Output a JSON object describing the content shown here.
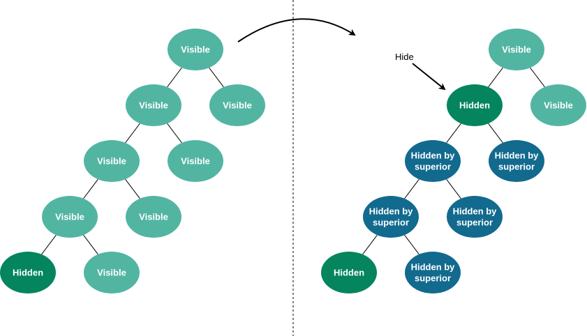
{
  "colors": {
    "visible": "#52b5a2",
    "hidden": "#04855e",
    "hidden_by_superior": "#126a8e",
    "line": "#000000",
    "label": "#ffffff"
  },
  "annotation": {
    "hide_label": "Hide"
  },
  "left_tree": {
    "nodes": [
      {
        "id": "l1",
        "label": [
          "Visible"
        ],
        "state": "visible"
      },
      {
        "id": "l2",
        "label": [
          "Visible"
        ],
        "state": "visible"
      },
      {
        "id": "l3",
        "label": [
          "Visible"
        ],
        "state": "visible"
      },
      {
        "id": "l4",
        "label": [
          "Visible"
        ],
        "state": "visible"
      },
      {
        "id": "l5",
        "label": [
          "Visible"
        ],
        "state": "visible"
      },
      {
        "id": "l6",
        "label": [
          "Visible"
        ],
        "state": "visible"
      },
      {
        "id": "l7",
        "label": [
          "Visible"
        ],
        "state": "visible"
      },
      {
        "id": "l8",
        "label": [
          "Hidden"
        ],
        "state": "hidden"
      },
      {
        "id": "l9",
        "label": [
          "Visible"
        ],
        "state": "visible"
      }
    ],
    "edges": [
      [
        "l1",
        "l2"
      ],
      [
        "l1",
        "l3"
      ],
      [
        "l2",
        "l4"
      ],
      [
        "l2",
        "l5"
      ],
      [
        "l4",
        "l6"
      ],
      [
        "l4",
        "l7"
      ],
      [
        "l6",
        "l8"
      ],
      [
        "l6",
        "l9"
      ]
    ]
  },
  "right_tree": {
    "nodes": [
      {
        "id": "r1",
        "label": [
          "Visible"
        ],
        "state": "visible"
      },
      {
        "id": "r2",
        "label": [
          "Hidden"
        ],
        "state": "hidden"
      },
      {
        "id": "r3",
        "label": [
          "Visible"
        ],
        "state": "visible"
      },
      {
        "id": "r4",
        "label": [
          "Hidden by",
          "superior"
        ],
        "state": "hidden_by_superior"
      },
      {
        "id": "r5",
        "label": [
          "Hidden by",
          "superior"
        ],
        "state": "hidden_by_superior"
      },
      {
        "id": "r6",
        "label": [
          "Hidden by",
          "superior"
        ],
        "state": "hidden_by_superior"
      },
      {
        "id": "r7",
        "label": [
          "Hidden by",
          "superior"
        ],
        "state": "hidden_by_superior"
      },
      {
        "id": "r8",
        "label": [
          "Hidden"
        ],
        "state": "hidden"
      },
      {
        "id": "r9",
        "label": [
          "Hidden by",
          "superior"
        ],
        "state": "hidden_by_superior"
      }
    ],
    "edges": [
      [
        "r1",
        "r2"
      ],
      [
        "r1",
        "r3"
      ],
      [
        "r2",
        "r4"
      ],
      [
        "r2",
        "r5"
      ],
      [
        "r4",
        "r6"
      ],
      [
        "r4",
        "r7"
      ],
      [
        "r6",
        "r8"
      ],
      [
        "r6",
        "r9"
      ]
    ]
  }
}
